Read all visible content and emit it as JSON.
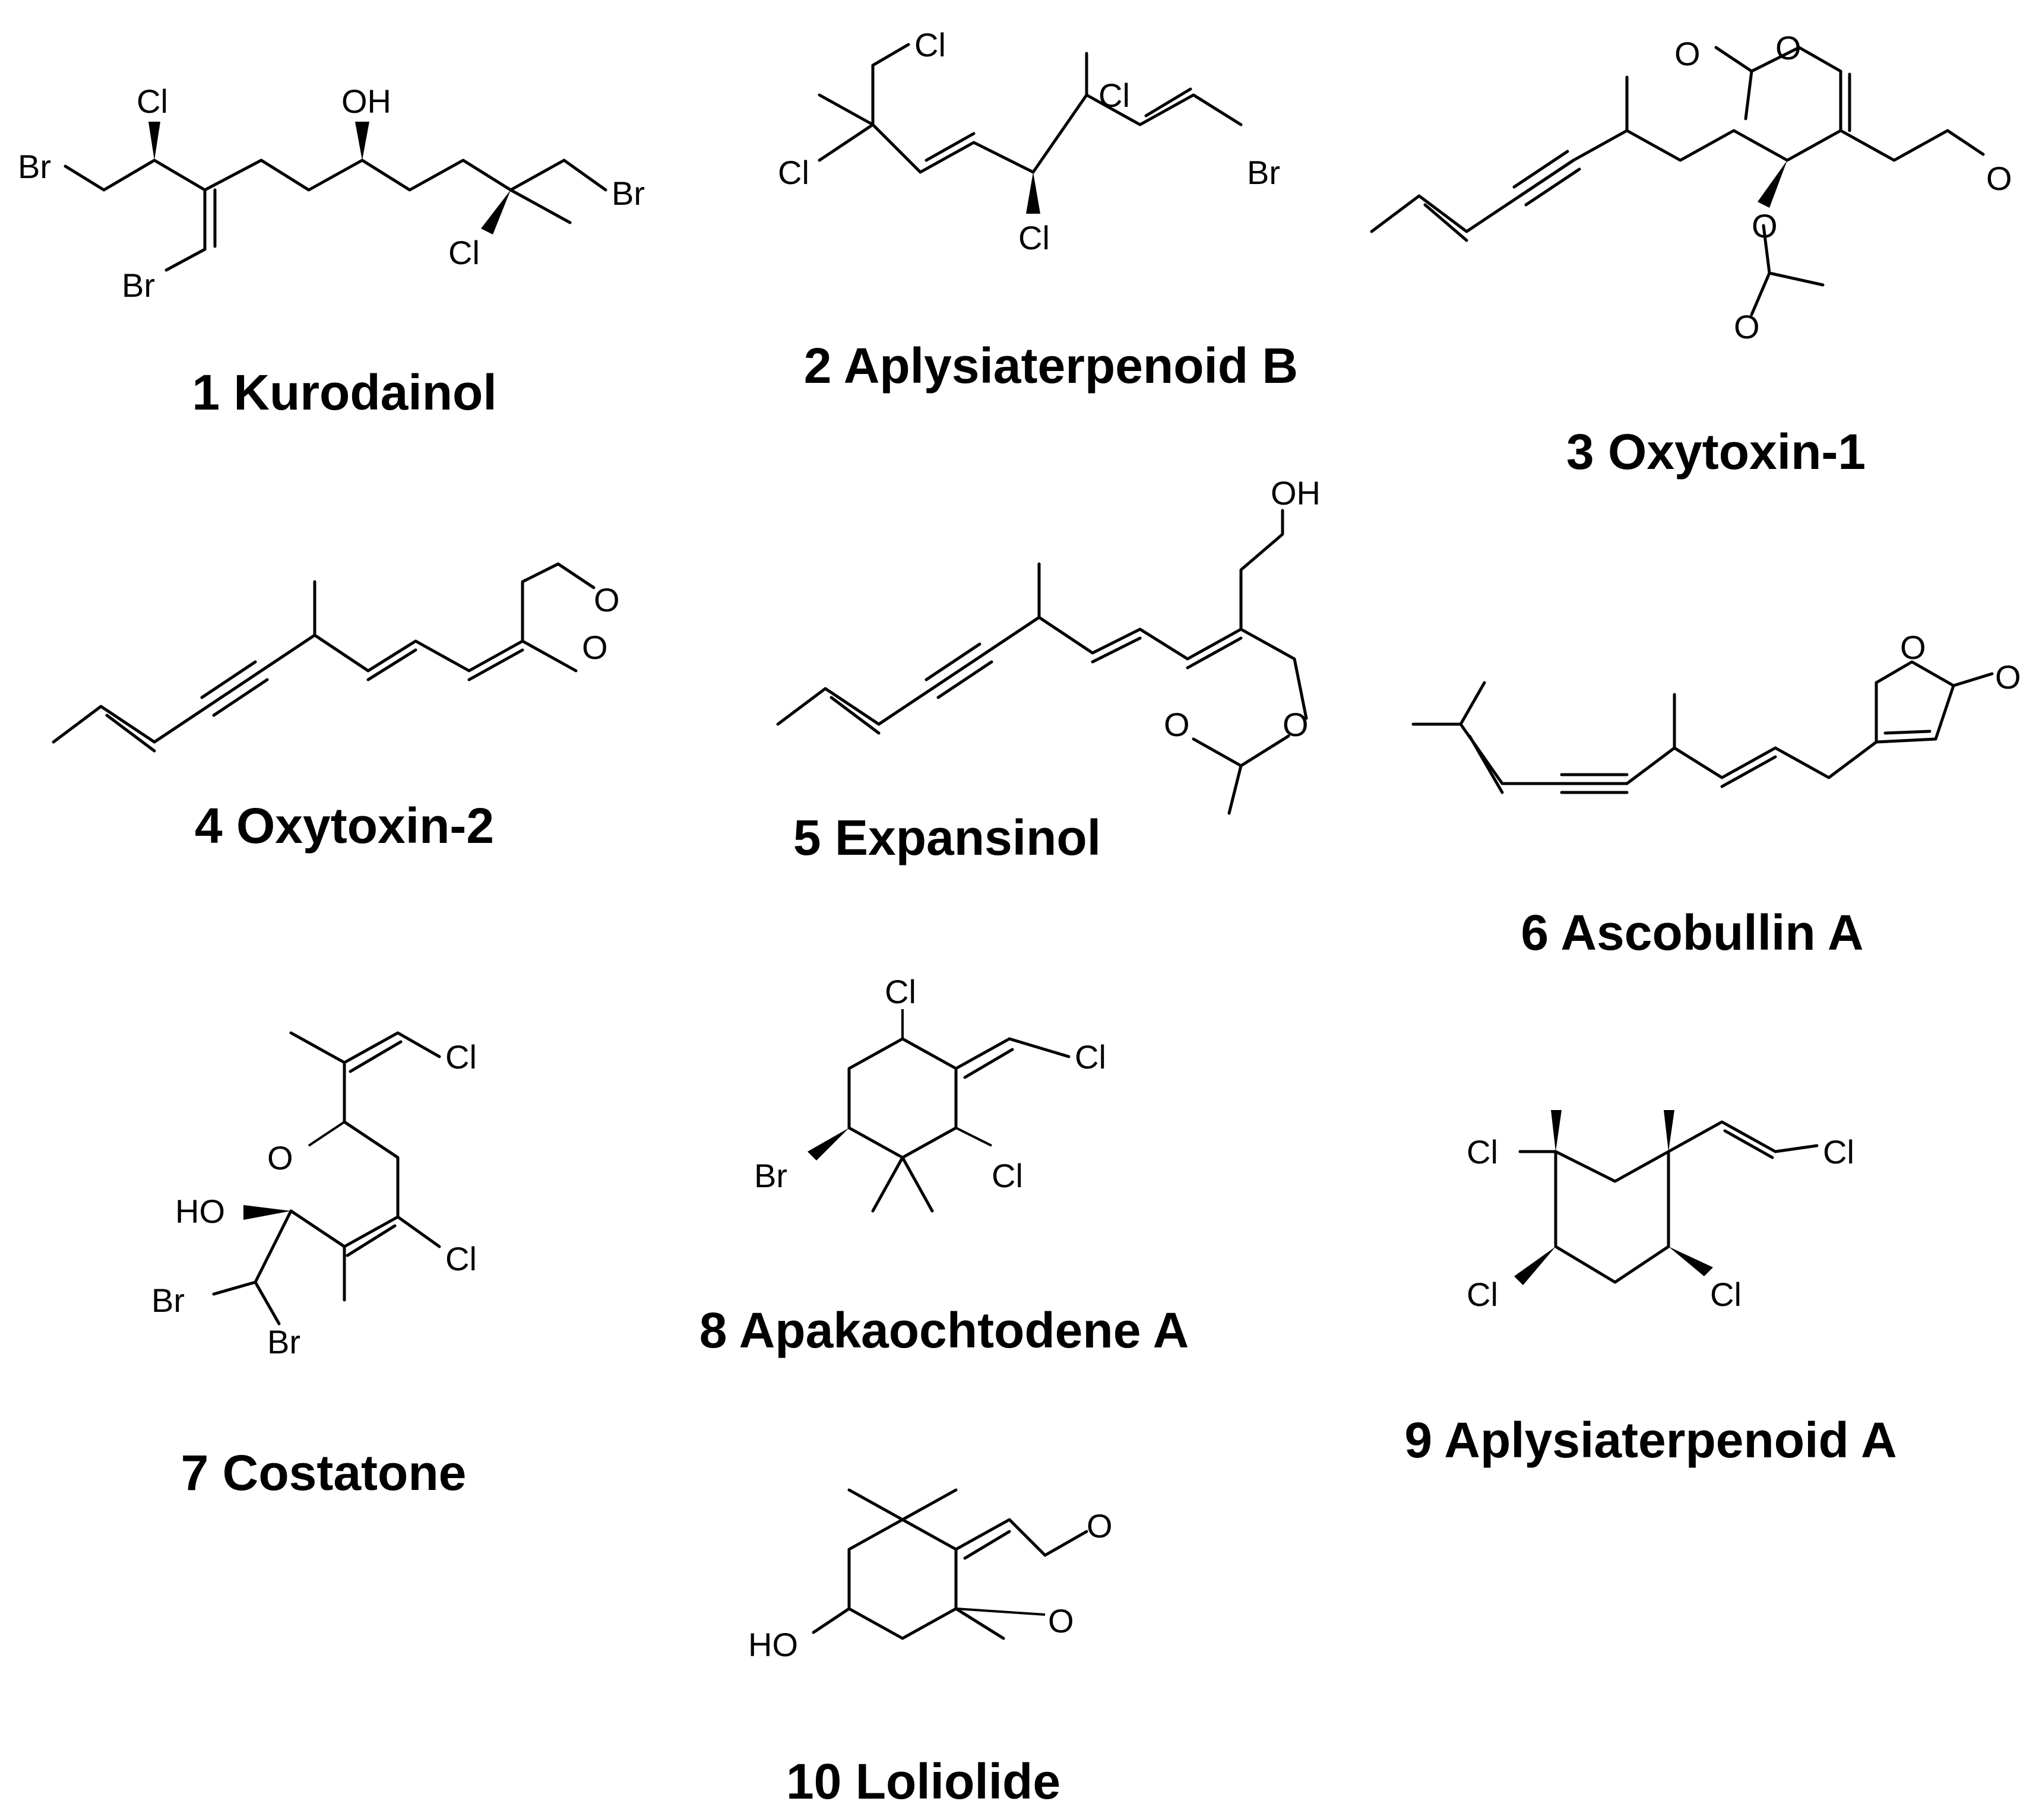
{
  "compounds": [
    {
      "number": "1",
      "name": "Kurodainol",
      "label": "1 Kurodainol"
    },
    {
      "number": "2",
      "name": "Aplysiaterpenoid B",
      "label": "2 Aplysiaterpenoid B"
    },
    {
      "number": "3",
      "name": "Oxytoxin-1",
      "label": "3 Oxytoxin-1"
    },
    {
      "number": "4",
      "name": "Oxytoxin-2",
      "label": "4 Oxytoxin-2"
    },
    {
      "number": "5",
      "name": "Expansinol",
      "label": "5 Expansinol"
    },
    {
      "number": "6",
      "name": "Ascobullin A",
      "label": "6 Ascobullin A"
    },
    {
      "number": "7",
      "name": "Costatone",
      "label": "7 Costatone"
    },
    {
      "number": "8",
      "name": "Apakaochtodene A",
      "label": "8 Apakaochtodene A"
    },
    {
      "number": "9",
      "name": "Aplysiaterpenoid A",
      "label": "9 Aplysiaterpenoid A"
    },
    {
      "number": "10",
      "name": "Loliolide",
      "label": "10 Loliolide"
    }
  ],
  "atoms": {
    "Cl": "Cl",
    "Br": "Br",
    "OH": "OH",
    "HO": "HO",
    "O": "O"
  }
}
